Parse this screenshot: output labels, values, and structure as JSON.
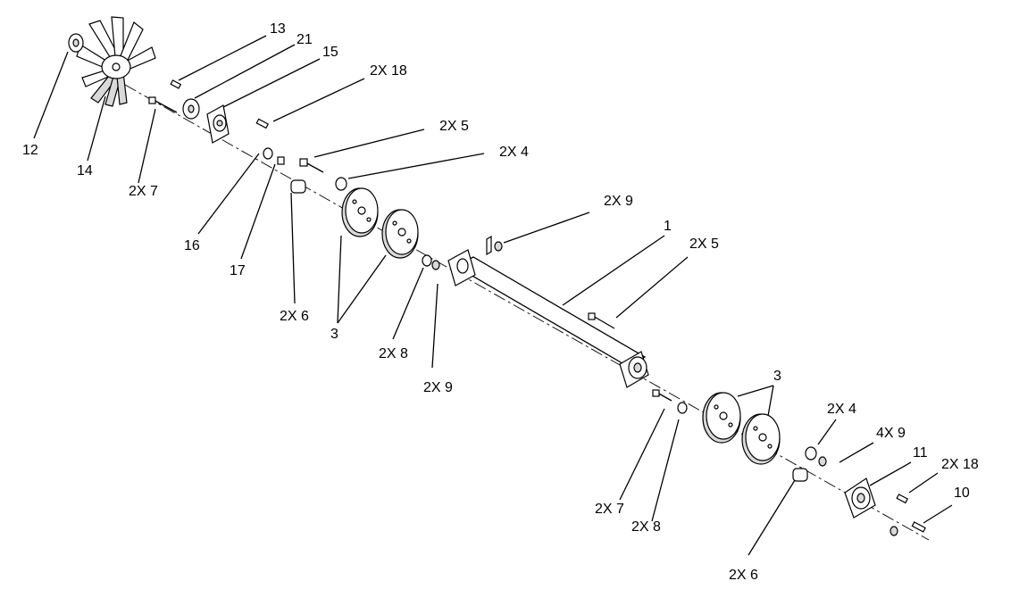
{
  "labels": {
    "l13": "13",
    "l21": "21",
    "l15": "15",
    "l18a": "2X 18",
    "l5a": "2X 5",
    "l4a": "2X 4",
    "l12": "12",
    "l14": "14",
    "l7a": "2X 7",
    "l16": "16",
    "l17": "17",
    "l6a": "2X 6",
    "l9a": "2X 9",
    "l1": "1",
    "l5b": "2X 5",
    "l3a": "3",
    "l8a": "2X 8",
    "l9b": "2X 9",
    "l3b": "3",
    "l4b": "2X 4",
    "l9c": "4X 9",
    "l11": "11",
    "l18b": "2X 18",
    "l10": "10",
    "l7b": "2X 7",
    "l8b": "2X 8",
    "l6b": "2X 6"
  }
}
